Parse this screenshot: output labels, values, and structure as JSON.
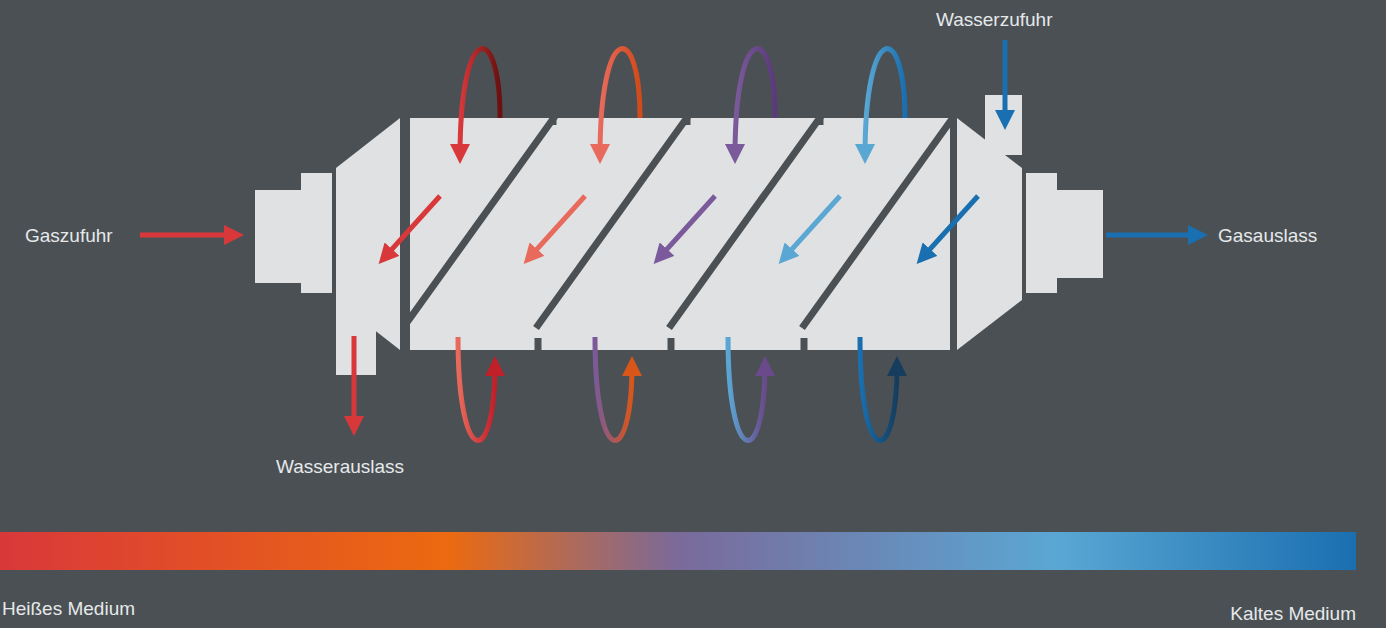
{
  "diagram": {
    "labels": [
      "Wasserzufuhr",
      "Gaszufuhr",
      "Gasauslass",
      "Wasserauslass",
      "Heißes Medium",
      "Kaltes Medium"
    ]
  }
}
